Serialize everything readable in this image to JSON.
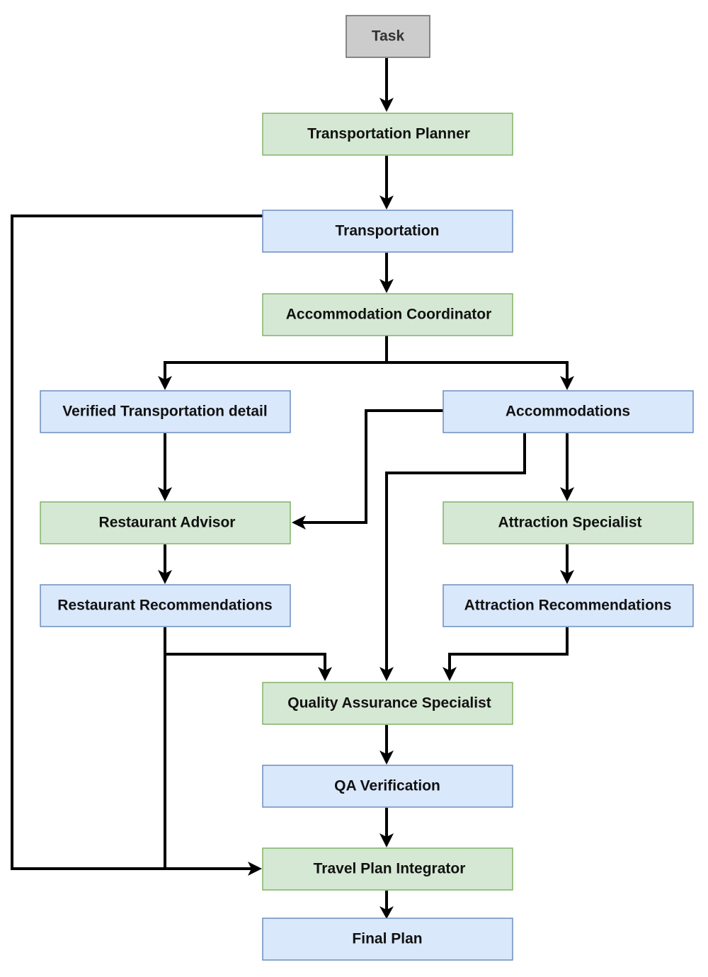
{
  "colors": {
    "task_fill": "#cccccc",
    "task_stroke": "#666666",
    "agent_fill": "#d5e8d4",
    "agent_stroke": "#82b366",
    "output_fill": "#dae8fc",
    "output_stroke": "#6c8ebf",
    "edge": "#000000"
  },
  "nodes": {
    "task": "Task",
    "transportation_planner": "Transportation Planner",
    "transportation": "Transportation",
    "accommodation_coordinator": "Accommodation Coordinator",
    "verified_transportation_detail": "Verified Transportation detail",
    "accommodations": "Accommodations",
    "restaurant_advisor": "Restaurant Advisor",
    "attraction_specialist": "Attraction Specialist",
    "restaurant_recommendations": "Restaurant Recommendations",
    "attraction_recommendations": "Attraction Recommendations",
    "quality_assurance_specialist": "Quality Assurance Specialist",
    "qa_verification": "QA Verification",
    "travel_plan_integrator": "Travel Plan Integrator",
    "final_plan": "Final Plan"
  },
  "edges": [
    {
      "from": "task",
      "to": "transportation_planner"
    },
    {
      "from": "transportation_planner",
      "to": "transportation"
    },
    {
      "from": "transportation",
      "to": "accommodation_coordinator"
    },
    {
      "from": "transportation",
      "to": "travel_plan_integrator"
    },
    {
      "from": "accommodation_coordinator",
      "to": "verified_transportation_detail"
    },
    {
      "from": "accommodation_coordinator",
      "to": "accommodations"
    },
    {
      "from": "verified_transportation_detail",
      "to": "restaurant_advisor"
    },
    {
      "from": "accommodations",
      "to": "restaurant_advisor"
    },
    {
      "from": "accommodations",
      "to": "attraction_specialist"
    },
    {
      "from": "accommodations",
      "to": "quality_assurance_specialist"
    },
    {
      "from": "restaurant_advisor",
      "to": "restaurant_recommendations"
    },
    {
      "from": "attraction_specialist",
      "to": "attraction_recommendations"
    },
    {
      "from": "restaurant_recommendations",
      "to": "quality_assurance_specialist"
    },
    {
      "from": "restaurant_recommendations",
      "to": "travel_plan_integrator"
    },
    {
      "from": "attraction_recommendations",
      "to": "quality_assurance_specialist"
    },
    {
      "from": "quality_assurance_specialist",
      "to": "qa_verification"
    },
    {
      "from": "qa_verification",
      "to": "travel_plan_integrator"
    },
    {
      "from": "travel_plan_integrator",
      "to": "final_plan"
    }
  ]
}
